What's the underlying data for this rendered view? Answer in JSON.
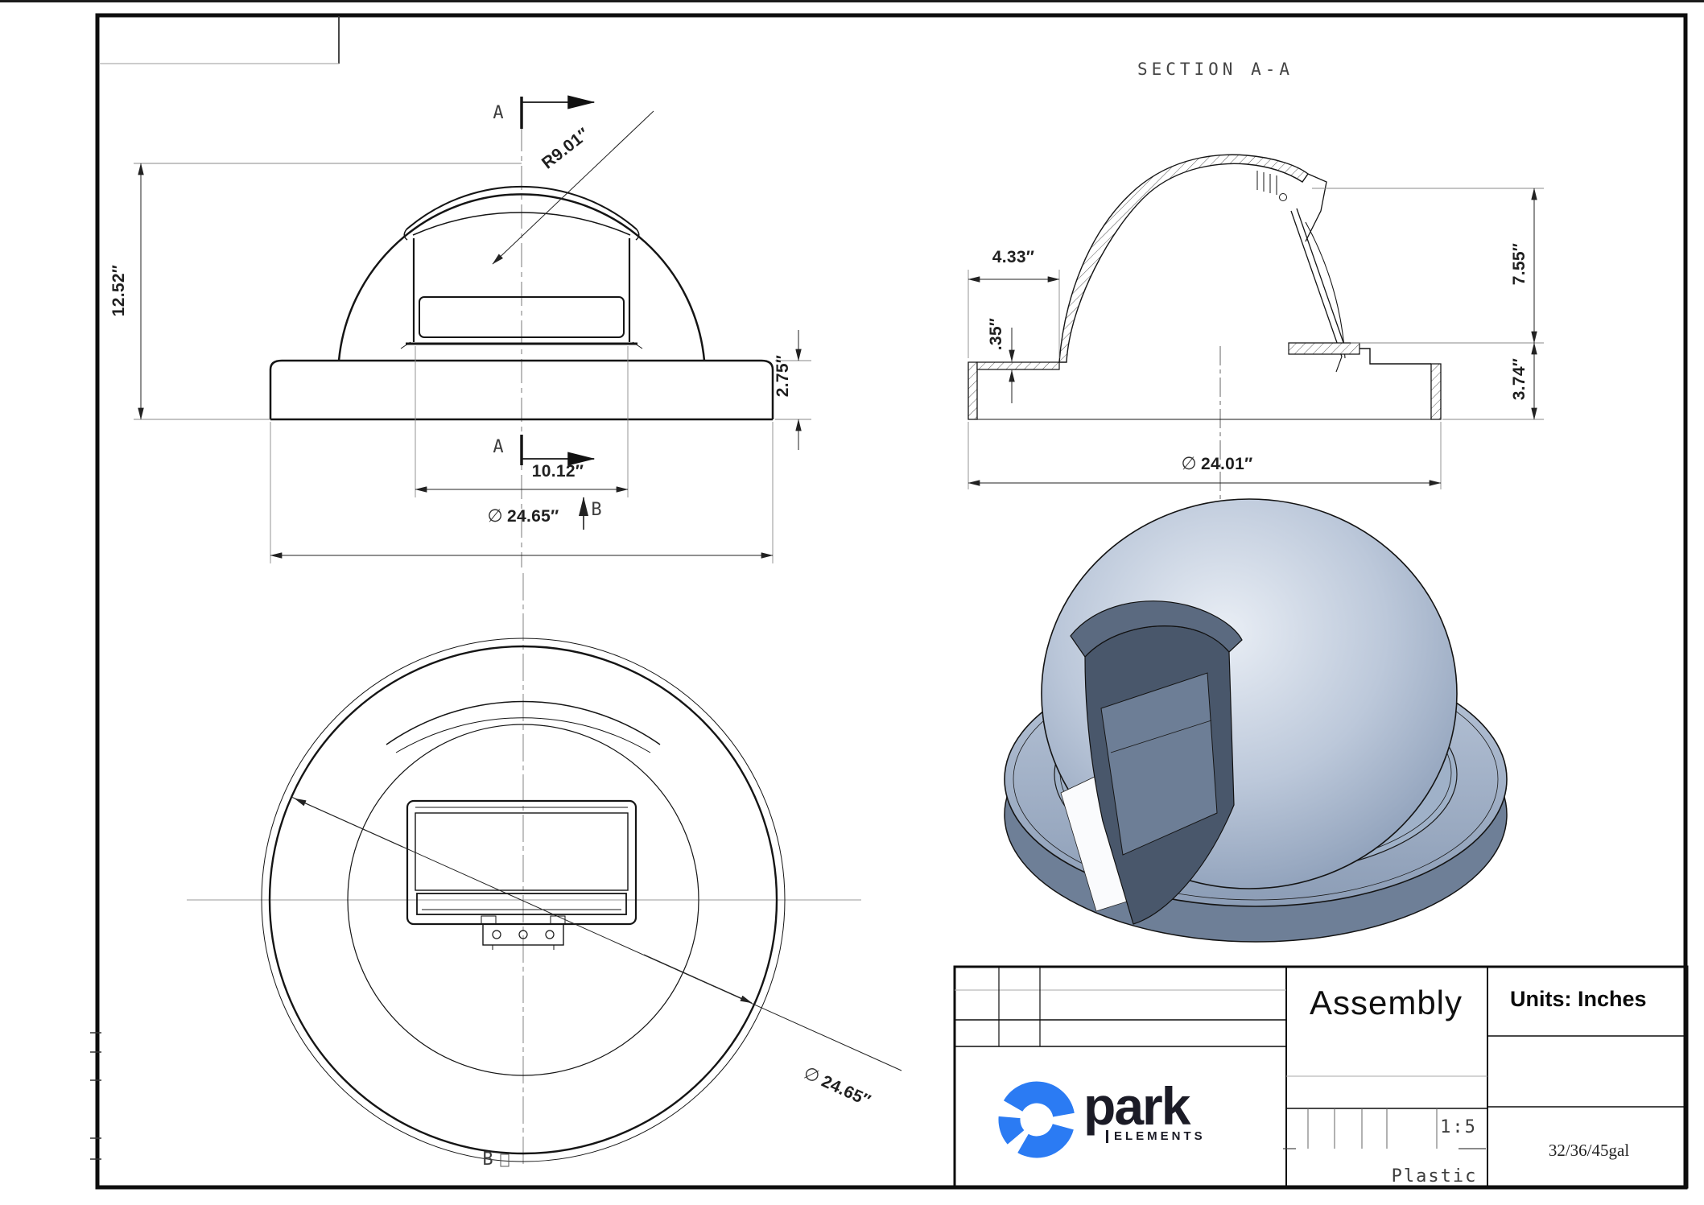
{
  "drawing": {
    "front_view": {
      "marker_a": "A",
      "marker_b": "B",
      "dim_total_height": "12.52″",
      "dim_dome_radius": "R9.01″",
      "dim_base_height": "2.75″",
      "dim_opening_width": "10.12″",
      "dim_outer_diameter": {
        "symbol": "∅",
        "value": "24.65″"
      }
    },
    "section_view": {
      "title": "SECTION A-A",
      "dim_hood_inset": "4.33″",
      "dim_flange_thickness": ".35″",
      "dim_dome_height": "7.55″",
      "dim_base_height": "3.74″",
      "dim_inner_diameter": {
        "symbol": "∅",
        "value": "24.01″"
      }
    },
    "plan_view": {
      "marker_b": "B",
      "dim_outer_diameter": {
        "symbol": "∅",
        "value": "24.65″"
      }
    }
  },
  "title_block": {
    "part_title": "Assembly",
    "units_label": "Units: Inches",
    "scale_value": "1:5",
    "material": "Plastic",
    "capacity": "32/36/45gal",
    "brand": {
      "name": "park",
      "tagline": "ELEMENTS",
      "accent_color": "#2b7bf3",
      "text_color": "#1b1b26"
    }
  }
}
